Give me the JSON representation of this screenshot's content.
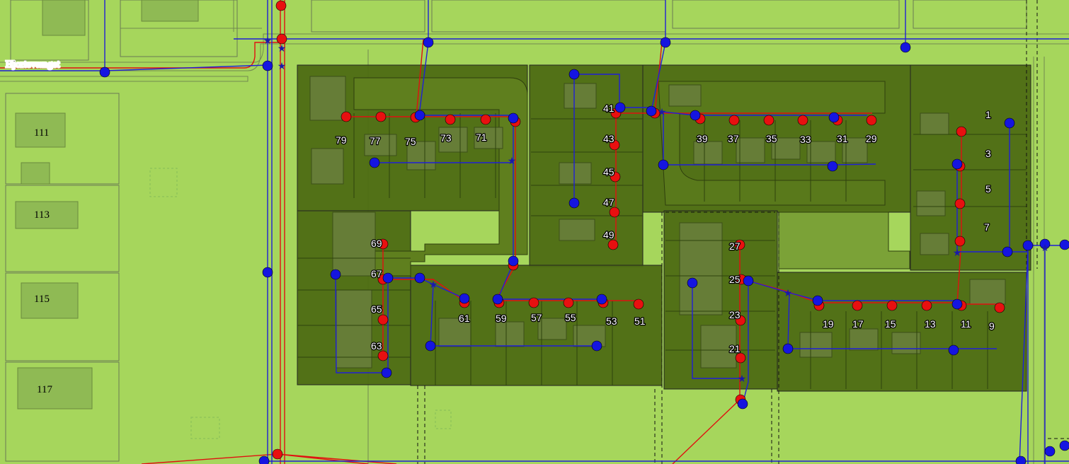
{
  "map": {
    "street_name": "Hjortevænget",
    "house_numbers": [
      "111",
      "113",
      "115",
      "117"
    ],
    "plot_numbers": [
      "79",
      "77",
      "75",
      "73",
      "71",
      "41",
      "43",
      "45",
      "47",
      "49",
      "39",
      "37",
      "35",
      "33",
      "31",
      "29",
      "1",
      "3",
      "5",
      "7",
      "69",
      "67",
      "65",
      "63",
      "61",
      "59",
      "57",
      "55",
      "53",
      "51",
      "27",
      "25",
      "23",
      "21",
      "19",
      "17",
      "15",
      "13",
      "11",
      "9"
    ],
    "colors": {
      "land": "#a6d65c",
      "development_area": "#4d6b13",
      "building": "#7f9b4a",
      "water_line": "#1f1fd6",
      "sewer_line": "#e01010",
      "water_node": "#1515e0",
      "sewer_node": "#e81010"
    }
  }
}
